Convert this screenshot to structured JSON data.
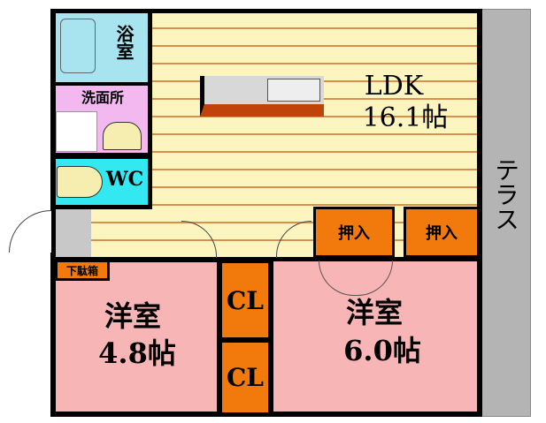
{
  "rooms": {
    "bath": "浴室",
    "washroom": "洗面所",
    "wc": "WC",
    "shoe_box": "下駄箱",
    "ldk": {
      "name": "LDK",
      "size": "16.1帖"
    },
    "closet1": "押入",
    "closet2": "押入",
    "western1": {
      "name": "洋室",
      "size": "4.8帖"
    },
    "western2": {
      "name": "洋室",
      "size": "6.0帖"
    },
    "cl1": "CL",
    "cl2": "CL",
    "terrace": "テラス"
  },
  "colors": {
    "floor": "#fdf5c0",
    "room": "#f8b5b5",
    "closet": "#f27a0c",
    "bath": "#a8e4f0",
    "wc": "#33e8f0",
    "washroom": "#f4b8f0",
    "terrace": "#b4b4b4"
  }
}
